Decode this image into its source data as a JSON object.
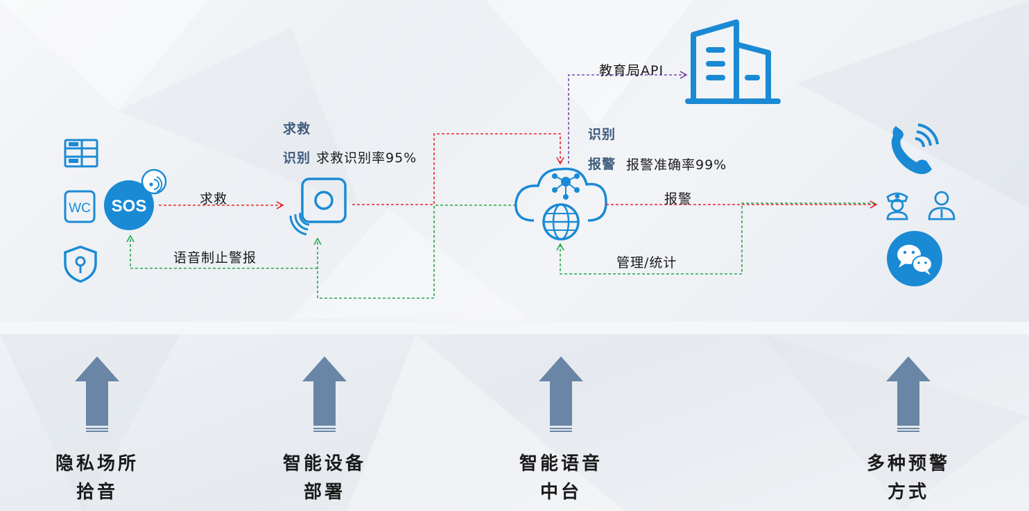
{
  "labels": {
    "seek_help": "求救",
    "voice_stop": "语音制止警报",
    "seek_help_title": "求救",
    "identify_a": "识别",
    "seek_help_rate": "求救识别率95%",
    "edu_api": "教育局API",
    "identify_b": "识别",
    "alarm_bold": "报警",
    "alarm_rate": "报警准确率99%",
    "alarm_flow": "报警",
    "manage_stats": "管理/统计"
  },
  "icons": {
    "sos_text": "SOS",
    "wc_text": "WC"
  },
  "stages": [
    {
      "line1": "隐私场所",
      "line2": "拾音"
    },
    {
      "line1": "智能设备",
      "line2": "部署"
    },
    {
      "line1": "智能语音",
      "line2": "中台"
    },
    {
      "line1": "多种预警",
      "line2": "方式"
    }
  ],
  "colors": {
    "icon_blue": "#1a8ad4",
    "red_flow": "#e8262a",
    "green_flow": "#22a84a",
    "purple_flow": "#7a4aa8",
    "arrow_steel": "#6a86a6"
  }
}
